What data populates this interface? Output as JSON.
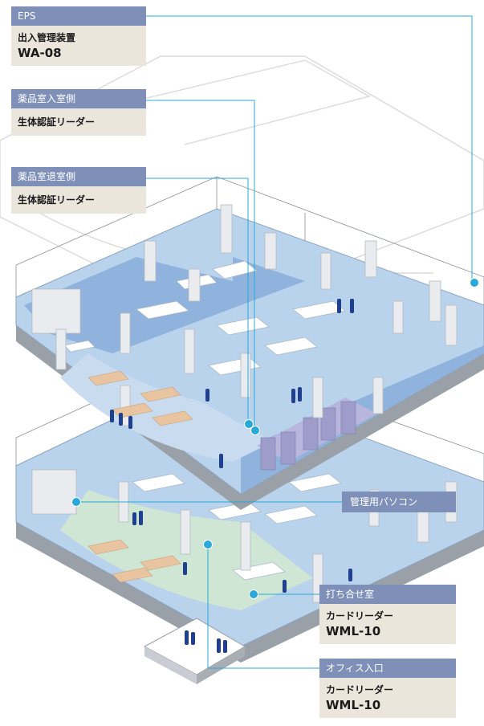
{
  "callouts": {
    "eps": {
      "header": "EPS",
      "subtitle": "出入管理装置",
      "model": "WA-08"
    },
    "chem_in": {
      "header": "薬品室入室側",
      "subtitle": "生体認証リーダー"
    },
    "chem_out": {
      "header": "薬品室退室側",
      "subtitle": "生体認証リーダー"
    },
    "admin_pc": {
      "header": "管理用パソコン"
    },
    "meeting": {
      "header": "打ち合せ室",
      "subtitle": "カードリーダー",
      "model": "WML-10"
    },
    "office": {
      "header": "オフィス入口",
      "subtitle": "カードリーダー",
      "model": "WML-10"
    }
  },
  "colors": {
    "callout_header": "#7e8fb8",
    "callout_body": "#ebe6dc",
    "leader_line": "#2aa8d8",
    "floor_blue": "#b9d3ec",
    "floor_dark_blue": "#8fb3dc",
    "meeting_green": "#cfe6d4",
    "chemical_room": "#9e9cc8"
  }
}
